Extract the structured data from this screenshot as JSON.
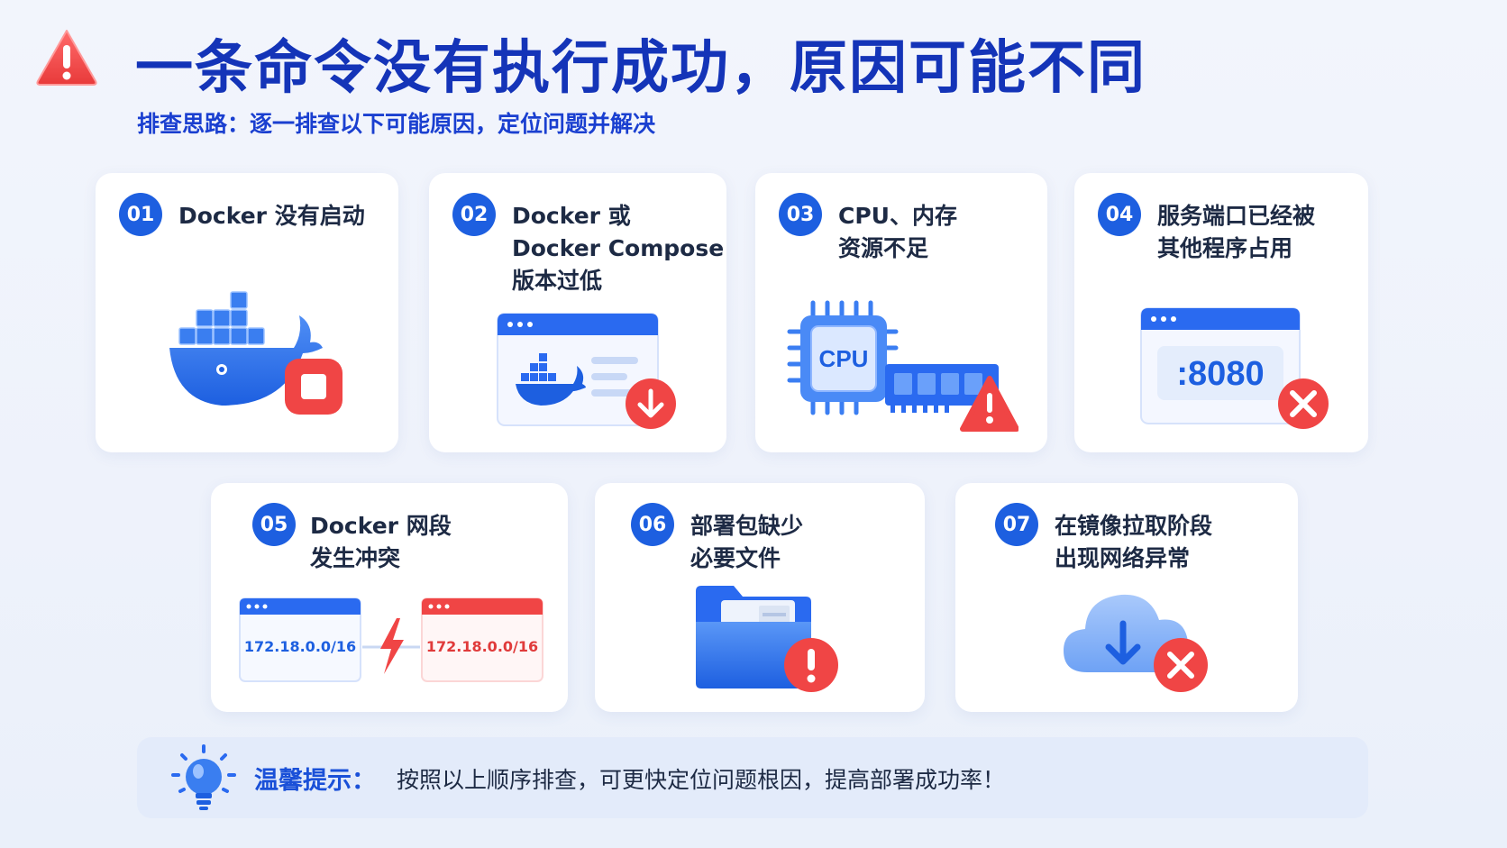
{
  "header": {
    "title": "一条命令没有执行成功，原因可能不同",
    "subtitle": "排查思路：逐一排查以下可能原因，定位问题并解决"
  },
  "cards": [
    {
      "number": "01",
      "text": "Docker 没有启动"
    },
    {
      "number": "02",
      "text": "Docker 或\nDocker Compose\n版本过低"
    },
    {
      "number": "03",
      "text": "CPU、内存\n资源不足"
    },
    {
      "number": "04",
      "text": "服务端口已经被\n其他程序占用"
    },
    {
      "number": "05",
      "text": "Docker 网段\n发生冲突"
    },
    {
      "number": "06",
      "text": "部署包缺少\n必要文件"
    },
    {
      "number": "07",
      "text": "在镜像拉取阶段\n出现网络异常"
    }
  ],
  "illustrations": {
    "cpu_label": "CPU",
    "port_label": ":8080",
    "subnet_a": "172.18.0.0/16",
    "subnet_b": "172.18.0.0/16"
  },
  "tip": {
    "label": "温馨提示：",
    "text": "按照以上顺序排查，可更快定位问题根因，提高部署成功率！"
  },
  "colors": {
    "primary": "#1d5fe0",
    "title": "#1434b8",
    "alert": "#f04545"
  }
}
